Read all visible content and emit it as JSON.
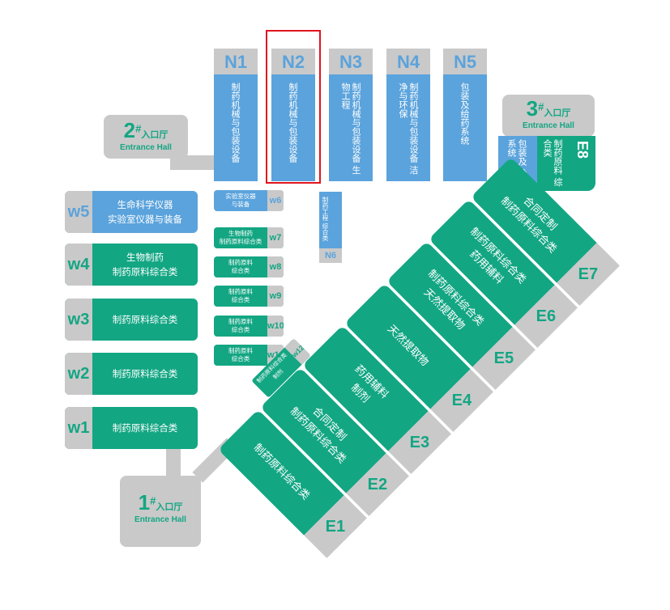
{
  "north_halls": [
    {
      "code": "N1",
      "label": "制药机械与包装设备"
    },
    {
      "code": "N2",
      "label": "制药机械与包装设备",
      "highlighted": true
    },
    {
      "code": "N3",
      "label": "制药机械与包装设备 生物工程"
    },
    {
      "code": "N4",
      "label": "制药机械与包装设备 洁净与环保"
    },
    {
      "code": "N5",
      "label": "包装及给药系统"
    }
  ],
  "west_halls": [
    {
      "code": "w5",
      "line1": "生命科学仪器",
      "line2": "实验室仪器与装备",
      "color": "#5ba3dc"
    },
    {
      "code": "w4",
      "line1": "生物制药",
      "line2": "制药原料综合类",
      "color": "#13a683"
    },
    {
      "code": "w3",
      "line1": "制药原料综合类",
      "line2": "",
      "color": "#13a683"
    },
    {
      "code": "w2",
      "line1": "制药原料综合类",
      "line2": "",
      "color": "#13a683"
    },
    {
      "code": "w1",
      "line1": "制药原料综合类",
      "line2": "",
      "color": "#13a683"
    }
  ],
  "small_halls": [
    {
      "code": "w6",
      "line1": "实验室仪器",
      "line2": "与装备",
      "color": "#5ba3dc"
    },
    {
      "code": "w7",
      "line1": "生物制药",
      "line2": "制药原料综合类",
      "color": "#13a683"
    },
    {
      "code": "w8",
      "line1": "制药原料",
      "line2": "综合类",
      "color": "#13a683"
    },
    {
      "code": "w9",
      "line1": "制药原料",
      "line2": "综合类",
      "color": "#13a683"
    },
    {
      "code": "w10",
      "line1": "制药原料",
      "line2": "综合类",
      "color": "#13a683"
    },
    {
      "code": "w11",
      "line1": "制药原料",
      "line2": "综合类",
      "color": "#13a683"
    }
  ],
  "n6": {
    "code": "N6",
    "label": "制药工程 综合类"
  },
  "w12": {
    "code": "w12",
    "label": "制药原料综合类 制剂"
  },
  "east_halls": [
    {
      "code": "E1",
      "line1": "制药原料综合类",
      "line2": ""
    },
    {
      "code": "E2",
      "line1": "合同定制",
      "line2": "制药原料综合类"
    },
    {
      "code": "E3",
      "line1": "药用辅料",
      "line2": "制剂"
    },
    {
      "code": "E4",
      "line1": "天然提取物",
      "line2": ""
    },
    {
      "code": "E5",
      "line1": "制药原料综合类",
      "line2": "天然提取物"
    },
    {
      "code": "E6",
      "line1": "制药原料综合类",
      "line2": "药用辅料"
    },
    {
      "code": "E7",
      "line1": "合同定制",
      "line2": "制药原料综合类"
    }
  ],
  "e8": {
    "code": "E8",
    "green_label": "制药原料 综合类",
    "blue_label": "包装及 给药系统"
  },
  "entrances": [
    {
      "num": "1",
      "mark": "#",
      "zh": "入口厅",
      "en": "Entrance Hall"
    },
    {
      "num": "2",
      "mark": "#",
      "zh": "入口厅",
      "en": "Entrance Hall"
    },
    {
      "num": "3",
      "mark": "#",
      "zh": "入口厅",
      "en": "Entrance Hall"
    }
  ],
  "colors": {
    "blue": "#5ba3dc",
    "green": "#13a683",
    "gray": "#c9c9c9",
    "highlight": "#e0141e"
  }
}
